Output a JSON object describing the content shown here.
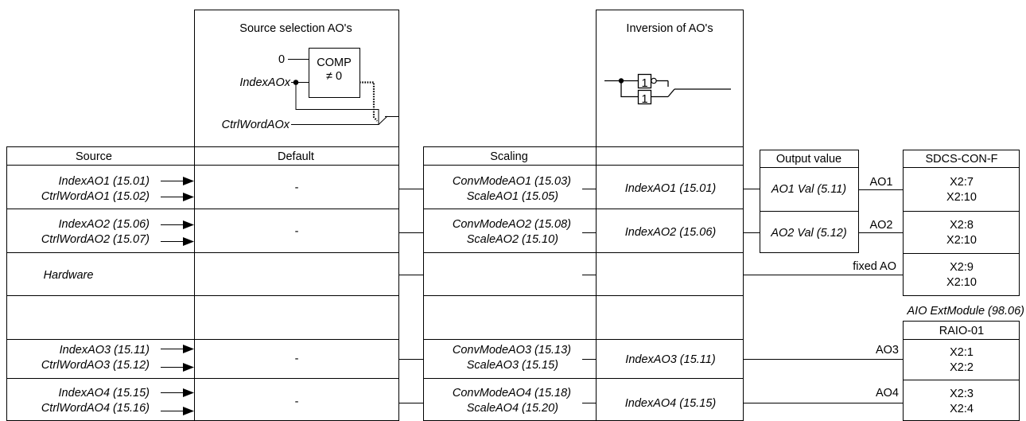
{
  "source_block": {
    "header": "Source",
    "rows": [
      {
        "line1": "IndexAO1 (15.01)",
        "line2": "CtrlWordAO1 (15.02)"
      },
      {
        "line1": "IndexAO2 (15.06)",
        "line2": "CtrlWordAO2 (15.07)"
      },
      {
        "line1": "Hardware",
        "line2": ""
      },
      {
        "line1": "",
        "line2": ""
      },
      {
        "line1": "IndexAO3 (15.11)",
        "line2": "CtrlWordAO3 (15.12)"
      },
      {
        "line1": "IndexAO4 (15.15)",
        "line2": "CtrlWordAO4 (15.16)"
      }
    ]
  },
  "default_block": {
    "title": "Source selection AO's",
    "zero": "0",
    "comp_label": "COMP",
    "comp_condition": "≠ 0",
    "index_label": "IndexAOx",
    "ctrl_label": "CtrlWordAOx",
    "header": "Default",
    "rows": [
      "-",
      "-",
      "",
      "",
      "-",
      "-"
    ]
  },
  "scaling_block": {
    "header": "Scaling",
    "rows": [
      {
        "line1": "ConvModeAO1 (15.03)",
        "line2": "ScaleAO1 (15.05)"
      },
      {
        "line1": "ConvModeAO2 (15.08)",
        "line2": "ScaleAO2 (15.10)"
      },
      {
        "line1": "",
        "line2": ""
      },
      {
        "line1": "",
        "line2": ""
      },
      {
        "line1": "ConvModeAO3 (15.13)",
        "line2": "ScaleAO3 (15.15)"
      },
      {
        "line1": "ConvModeAO4 (15.18)",
        "line2": "ScaleAO4 (15.20)"
      }
    ]
  },
  "inversion_block": {
    "title": "Inversion of AO's",
    "gate_label": "1",
    "rows": [
      "IndexAO1 (15.01)",
      "IndexAO2 (15.06)",
      "",
      "",
      "IndexAO3 (15.11)",
      "IndexAO4 (15.15)"
    ]
  },
  "output_block": {
    "header": "Output value",
    "rows": [
      "AO1 Val (5.11)",
      "AO2 Val (5.12)"
    ]
  },
  "sdcs_block": {
    "header": "SDCS-CON-F",
    "rows": [
      {
        "line1": "X2:7",
        "line2": "X2:10"
      },
      {
        "line1": "X2:8",
        "line2": "X2:10"
      },
      {
        "line1": "X2:9",
        "line2": "X2:10"
      }
    ],
    "line_labels": [
      "AO1",
      "AO2",
      "fixed AO"
    ]
  },
  "raio_block": {
    "module_label": "AIO ExtModule (98.06)",
    "header": "RAIO-01",
    "rows": [
      {
        "line1": "X2:1",
        "line2": "X2:2"
      },
      {
        "line1": "X2:3",
        "line2": "X2:4"
      }
    ],
    "line_labels": [
      "AO3",
      "AO4"
    ]
  }
}
